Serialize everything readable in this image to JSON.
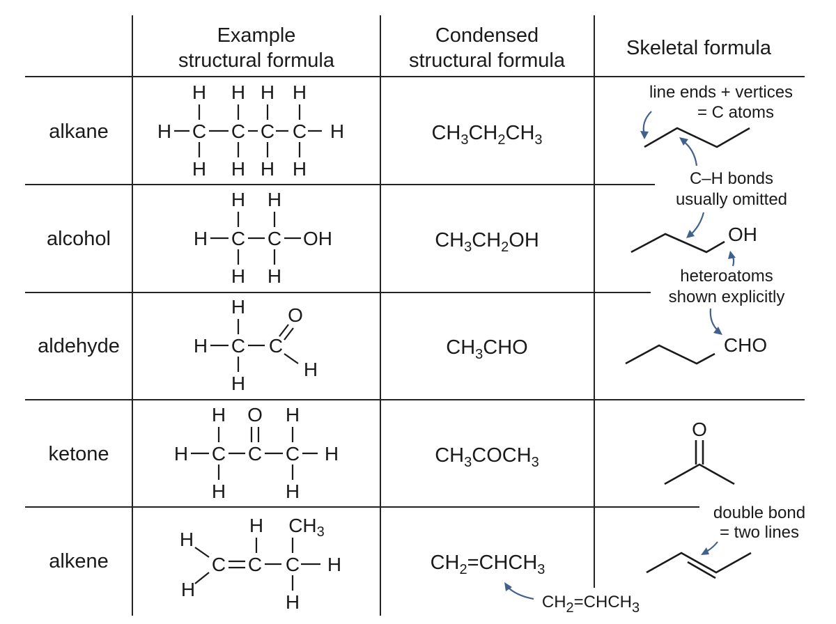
{
  "headers": {
    "structural_line1": "Example",
    "structural_line2": "structural formula",
    "condensed_line1": "Condensed",
    "condensed_line2": "structural formula",
    "skeletal": "Skeletal formula"
  },
  "rows": [
    {
      "label": "alkane",
      "condensed": [
        [
          "CH",
          ""
        ],
        [
          "3",
          "sub"
        ],
        [
          "CH",
          ""
        ],
        [
          "2",
          "sub"
        ],
        [
          "CH",
          ""
        ],
        [
          "3",
          "sub"
        ]
      ]
    },
    {
      "label": "alcohol",
      "condensed": [
        [
          "CH",
          ""
        ],
        [
          "3",
          "sub"
        ],
        [
          "CH",
          ""
        ],
        [
          "2",
          "sub"
        ],
        [
          "OH",
          ""
        ]
      ]
    },
    {
      "label": "aldehyde",
      "condensed": [
        [
          "CH",
          ""
        ],
        [
          "3",
          "sub"
        ],
        [
          "CHO",
          ""
        ]
      ]
    },
    {
      "label": "ketone",
      "condensed": [
        [
          "CH",
          ""
        ],
        [
          "3",
          "sub"
        ],
        [
          "COCH",
          ""
        ],
        [
          "3",
          "sub"
        ]
      ]
    },
    {
      "label": "alkene",
      "condensed": [
        [
          "CH",
          ""
        ],
        [
          "2",
          "sub"
        ],
        [
          "=CHCH",
          ""
        ],
        [
          "3",
          "sub"
        ]
      ]
    }
  ],
  "atoms": {
    "H": "H",
    "C": "C",
    "O": "O",
    "OH": "OH",
    "CH3_main": "CH",
    "CH3_sub": "3",
    "CHO": "CHO"
  },
  "annotations": {
    "line_ends_1": "line ends + vertices",
    "line_ends_2": "= C atoms",
    "ch_bonds_1": "C–H bonds",
    "ch_bonds_2": "usually omitted",
    "hetero_1": "heteroatoms",
    "hetero_2": "shown explicitly",
    "double_1": "double bond",
    "double_2": "= two lines",
    "alt_condensed": [
      [
        "CH",
        ""
      ],
      [
        "2",
        "sub"
      ],
      [
        "=CHCH",
        ""
      ],
      [
        "3",
        "sub"
      ]
    ]
  },
  "colors": {
    "arrow": "#41618c",
    "text": "#1a1a1a"
  }
}
